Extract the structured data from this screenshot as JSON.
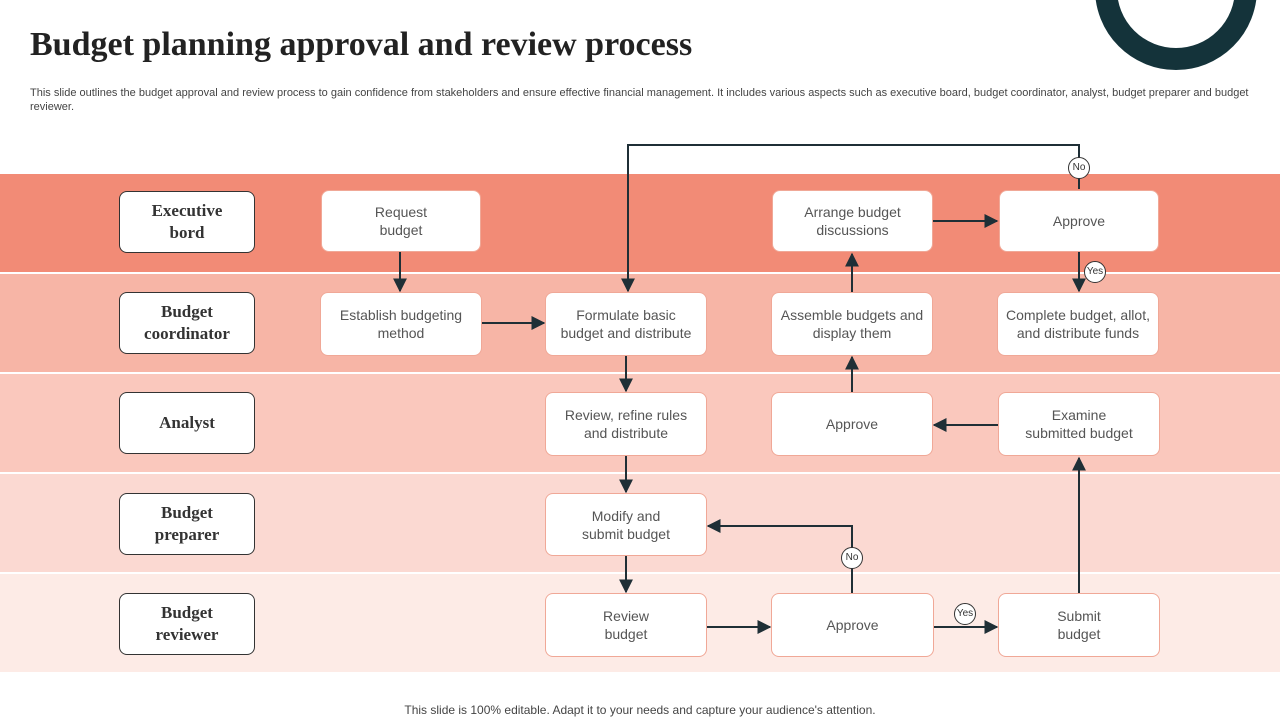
{
  "slide": {
    "title": "Budget planning approval and review process",
    "description": "This slide outlines the budget approval and review process to gain confidence from stakeholders and ensure effective financial management. It includes various aspects such as executive board, budget coordinator, analyst, budget preparer and budget reviewer.",
    "footer": "This slide is 100% editable. Adapt it to your needs and capture your audience's attention."
  },
  "colors": {
    "lane_1": "#f28b76",
    "lane_2": "#f7b5a6",
    "lane_3": "#fac8bd",
    "lane_4": "#fbd9d2",
    "lane_5": "#fdebe6",
    "connector": "#1f2f36",
    "accent_ring": "#14333a"
  },
  "lanes": [
    {
      "label": "Executive\nbord"
    },
    {
      "label": "Budget\ncoordinator"
    },
    {
      "label": "Analyst"
    },
    {
      "label": "Budget\npreparer"
    },
    {
      "label": "Budget\nreviewer"
    }
  ],
  "steps": {
    "request_budget": "Request\nbudget",
    "arrange_discussions": "Arrange budget\ndiscussions",
    "exec_approve": "Approve",
    "establish_method": "Establish budgeting\nmethod",
    "formulate_budget": "Formulate basic\nbudget and distribute",
    "assemble_budgets": "Assemble budgets and\ndisplay them",
    "complete_budget": "Complete budget, allot,\nand distribute funds",
    "review_refine": "Review, refine rules\nand distribute",
    "analyst_approve": "Approve",
    "examine_budget": "Examine\nsubmitted budget",
    "modify_submit": "Modify and\nsubmit budget",
    "review_budget": "Review\nbudget",
    "reviewer_approve": "Approve",
    "submit_budget": "Submit\nbudget"
  },
  "decisions": {
    "exec_no": "No",
    "exec_yes": "Yes",
    "reviewer_no": "No",
    "reviewer_yes": "Yes"
  }
}
